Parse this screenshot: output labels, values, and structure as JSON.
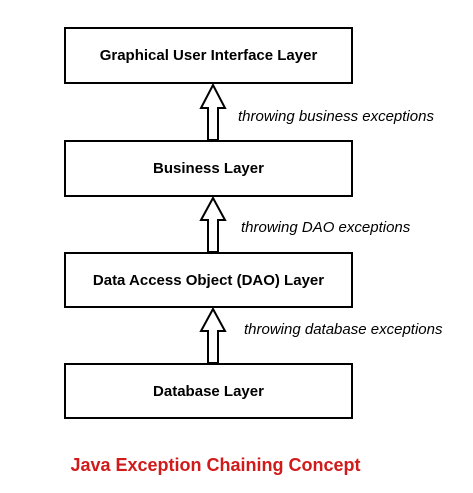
{
  "layers": {
    "gui": "Graphical User Interface Layer",
    "business": "Business Layer",
    "dao": "Data Access Object (DAO) Layer",
    "database": "Database Layer"
  },
  "exceptions": {
    "to_gui": "throwing business exceptions",
    "to_business": "throwing DAO exceptions",
    "to_dao": "throwing database exceptions"
  },
  "title": "Java Exception Chaining Concept",
  "colors": {
    "title": "#d11a1a",
    "line": "#000000",
    "background": "#ffffff"
  }
}
